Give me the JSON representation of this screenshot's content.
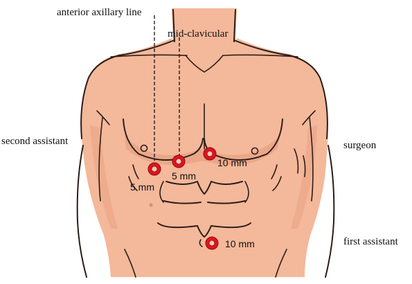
{
  "labels": {
    "anterior_axillary_line": "anterior axillary line",
    "mid_clavicular": "mid-clavicular",
    "second_assistant": "second assistant",
    "surgeon": "surgeon",
    "first_assistant": "first assistant"
  },
  "ports": [
    {
      "id": "port-anterior-axillary",
      "size_label": "5 mm"
    },
    {
      "id": "port-mid-clavicular",
      "size_label": "5 mm"
    },
    {
      "id": "port-subxiphoid",
      "size_label": "10 mm"
    },
    {
      "id": "port-umbilical",
      "size_label": "10 mm"
    }
  ],
  "colors": {
    "skin": "#f4b89a",
    "skin_shadow": "#e79f80",
    "port": "#e0141e",
    "outline": "#2a1d18"
  }
}
